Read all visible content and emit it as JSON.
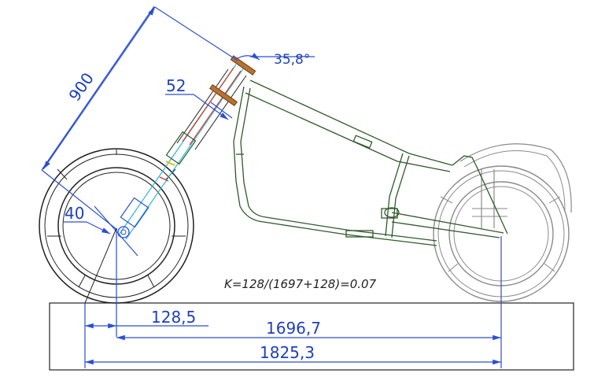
{
  "dimensions": {
    "fork_length": "900",
    "head_angle": "35,8°",
    "head_dim": "52",
    "fork_offset": "40",
    "trail": "128,5",
    "wheelbase_axle": "1696,7",
    "total": "1825,3"
  },
  "formula": "K=128/(1697+128)=0.07",
  "colors": {
    "dimension": "#2a4ed6",
    "frame": "#2f5a2a",
    "fork_red": "#d23b2b",
    "fork_cyan": "#2bb6d6",
    "rear_wheel": "#8a8a8a"
  }
}
